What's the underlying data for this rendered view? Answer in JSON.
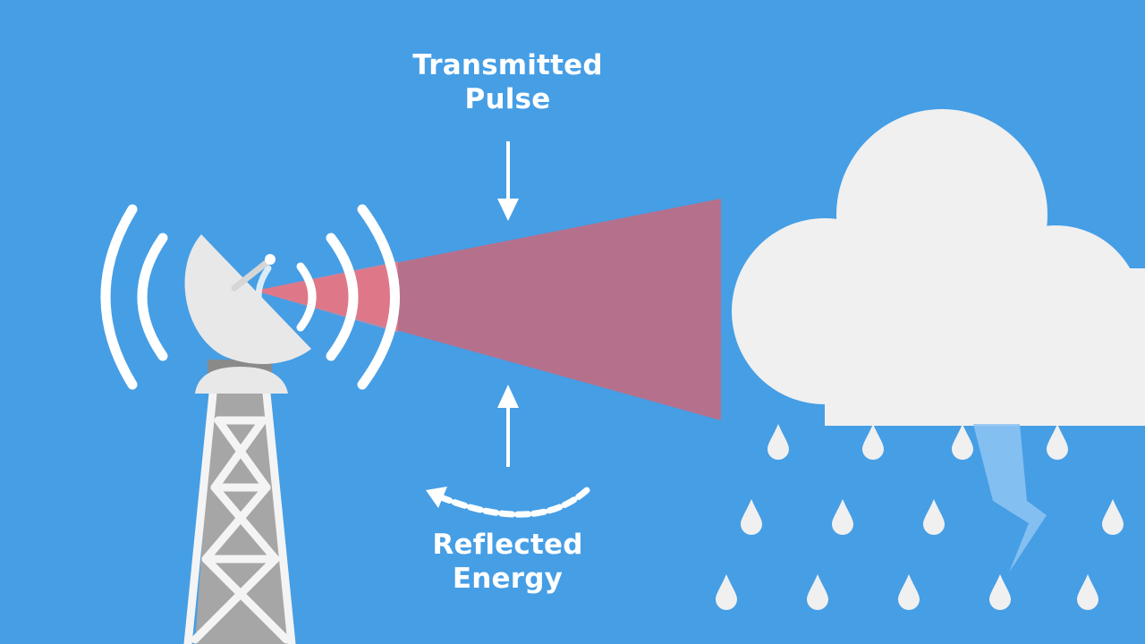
{
  "colors": {
    "background": "#469ee5",
    "white": "#ffffff",
    "cloud": "#f0f0f0",
    "dish": "#e8e8e8",
    "tower_gray": "#a6a6a6",
    "pulse": "#c56a80",
    "pulse_glow": "#ff7f86",
    "lightning": "#8fc4f3"
  },
  "labels": {
    "transmitted": {
      "line1": "Transmitted",
      "line2": "Pulse"
    },
    "reflected": {
      "line1": "Reflected",
      "line2": "Energy"
    }
  },
  "icons": {
    "radar": "radar-dish-icon",
    "tower": "tower-icon",
    "cloud": "cloud-icon",
    "rain": "raindrop-icon",
    "lightning": "lightning-icon",
    "arrow_down": "arrow-down-icon",
    "arrow_up": "arrow-up-icon",
    "arc_arrow": "curved-arrow-icon"
  }
}
